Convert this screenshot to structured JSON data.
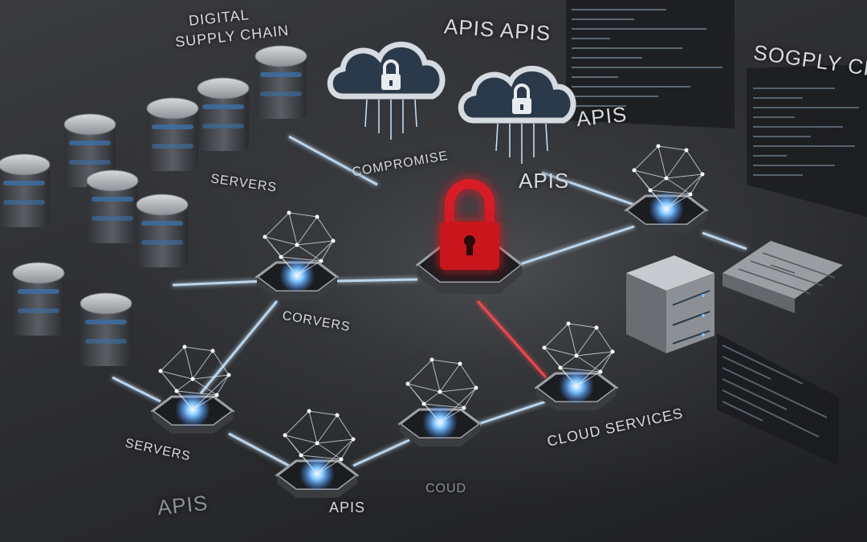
{
  "labels": {
    "digital_supply_chain_1": "DIGITAL",
    "digital_supply_chain_2": "SUPPLY CHAIN",
    "apis_top": "APIS APIS",
    "sogply": "SOGPLY CHA",
    "compromise": "COMPROMISE",
    "servers_top": "SERVERS",
    "apis_right": "APIS",
    "apis_mid": "APIS",
    "corvers": "CORVERS",
    "servers_bottom": "SERVERS",
    "cloud_services": "CLOUD SERVICES",
    "apis_bottom_left": "APIS",
    "apis_bottom": "APIS",
    "coud": "COUD"
  },
  "colors": {
    "glow_blue": "#7fc4ff",
    "lock_red": "#e0202a",
    "server_body": "#4b4e54",
    "server_top": "#b9bcc0"
  },
  "icons": [
    "cloud-lock-icon",
    "padlock-icon",
    "server-stack-icon",
    "network-node-icon",
    "rack-server-icon",
    "code-panel-icon"
  ]
}
